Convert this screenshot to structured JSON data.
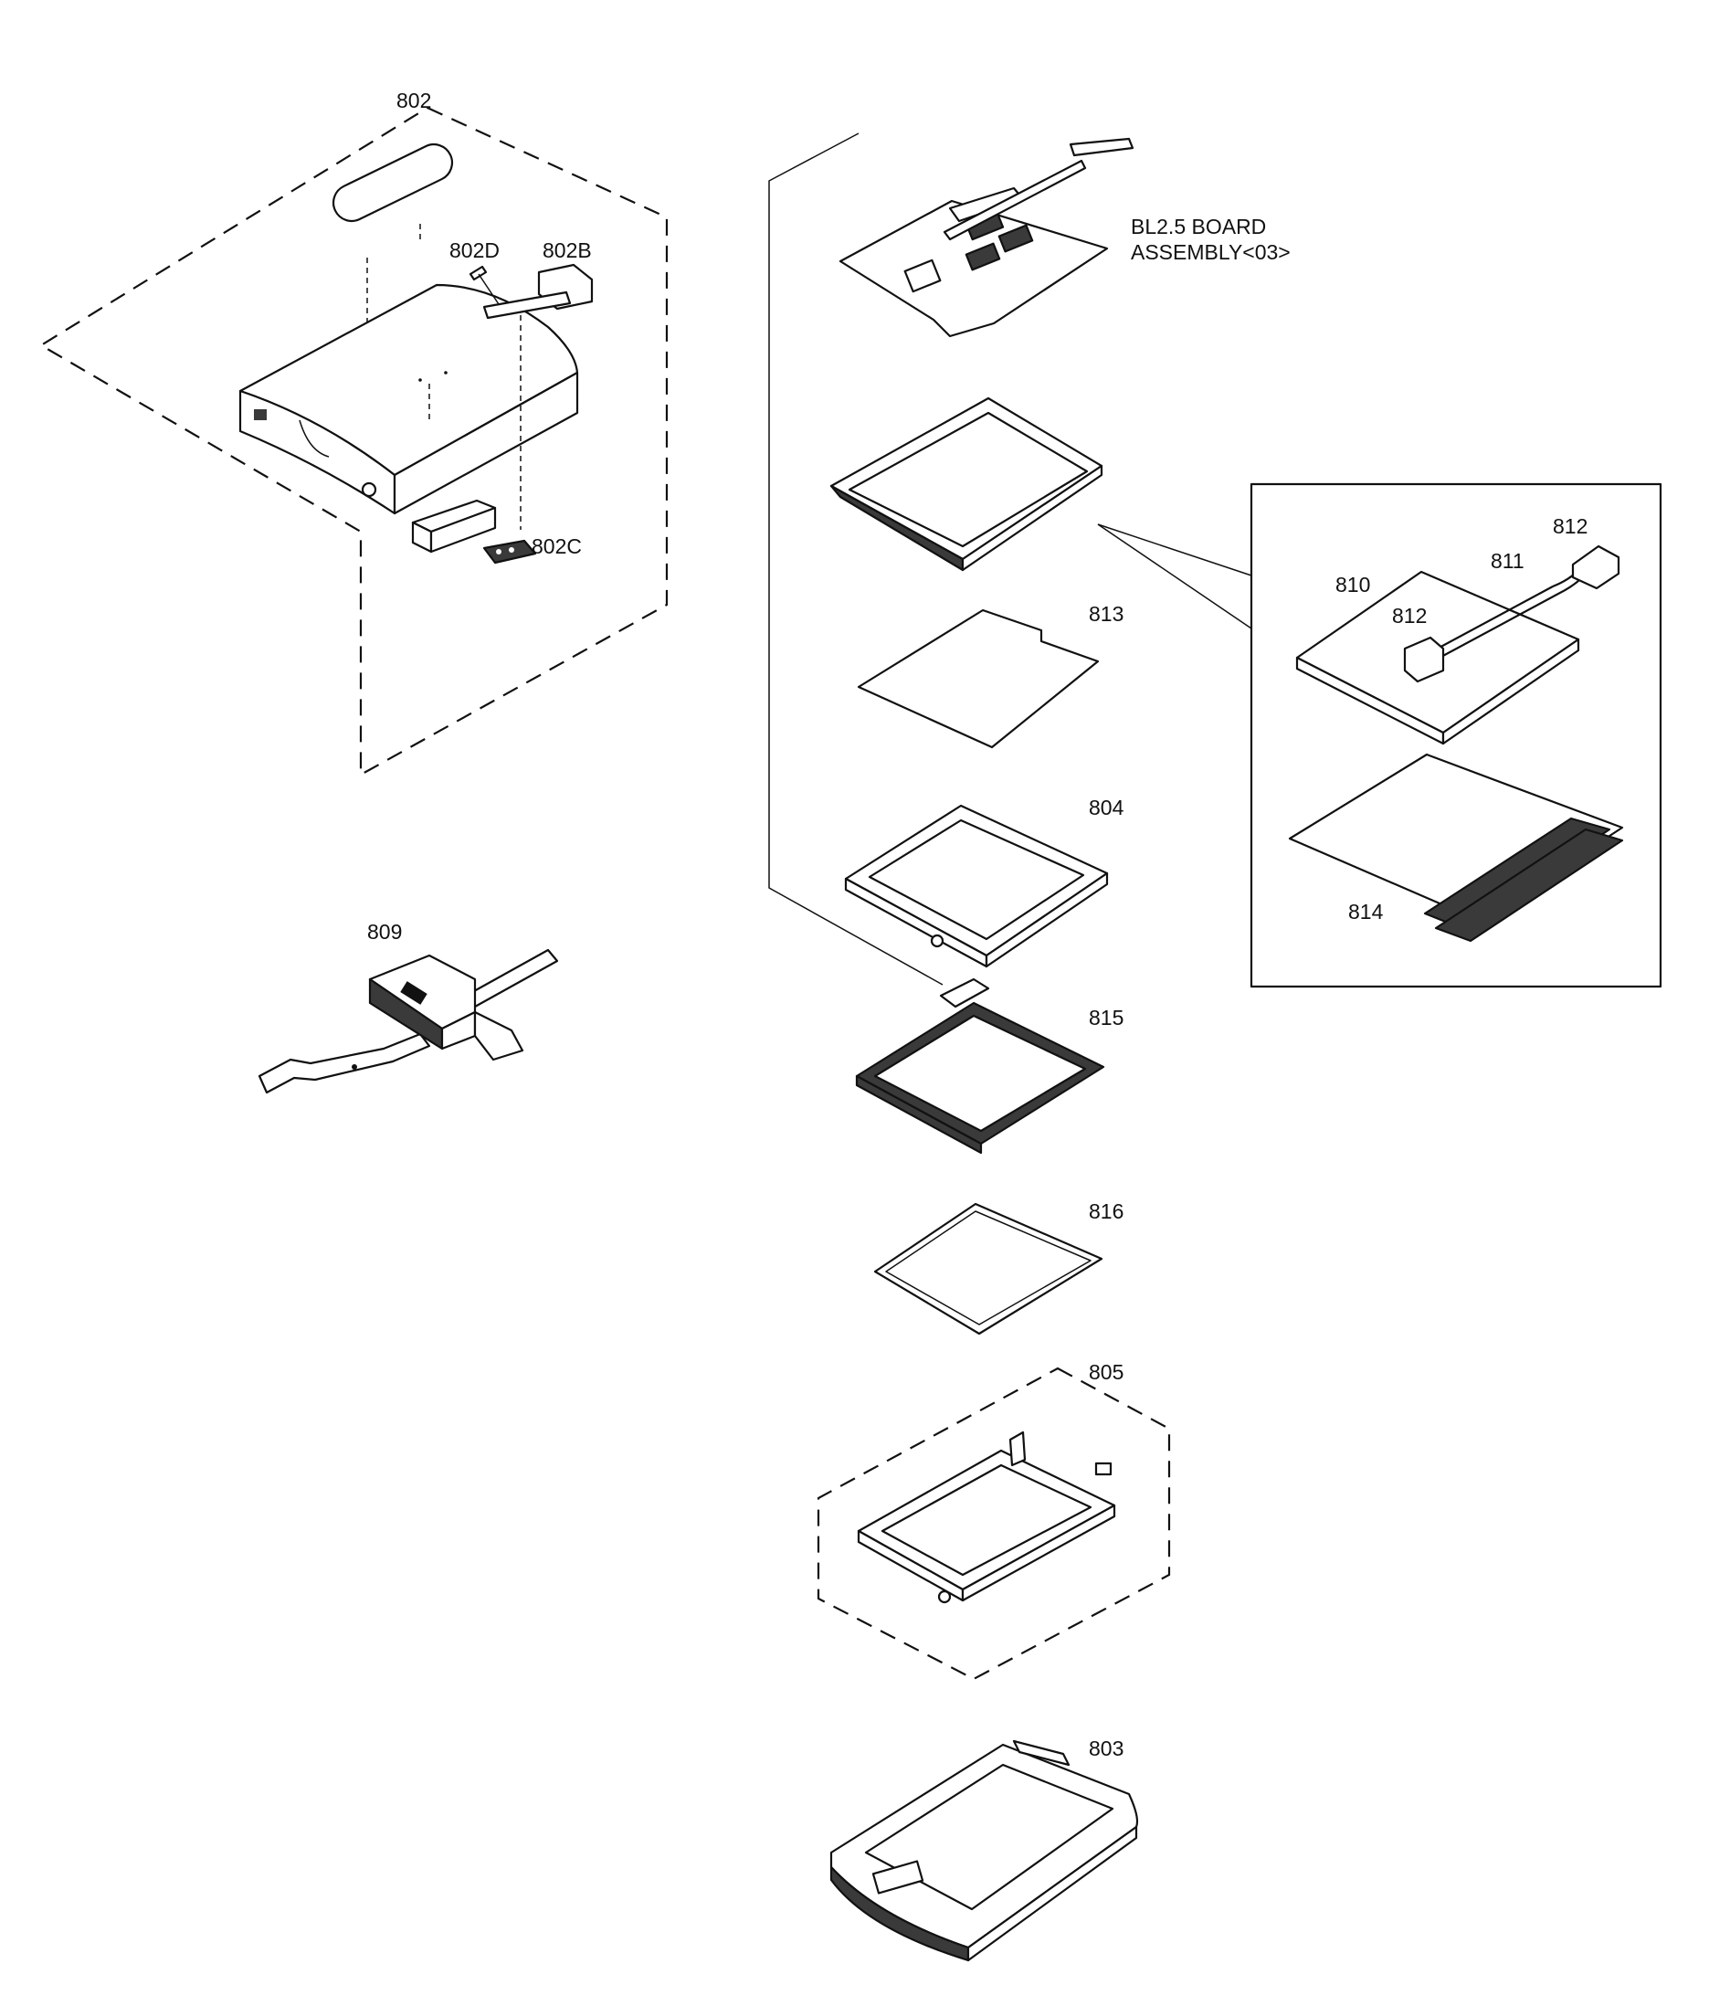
{
  "labels": {
    "p802": "802",
    "p802d": "802D",
    "p802b": "802B",
    "p802c": "802C",
    "p809": "809",
    "board_line1": "BL2.5 BOARD",
    "board_line2": "ASSEMBLY<03>",
    "p813": "813",
    "p804": "804",
    "p815": "815",
    "p816": "816",
    "p805": "805",
    "p803": "803",
    "p810": "810",
    "p811": "811",
    "p812a": "812",
    "p812b": "812",
    "p814": "814"
  }
}
